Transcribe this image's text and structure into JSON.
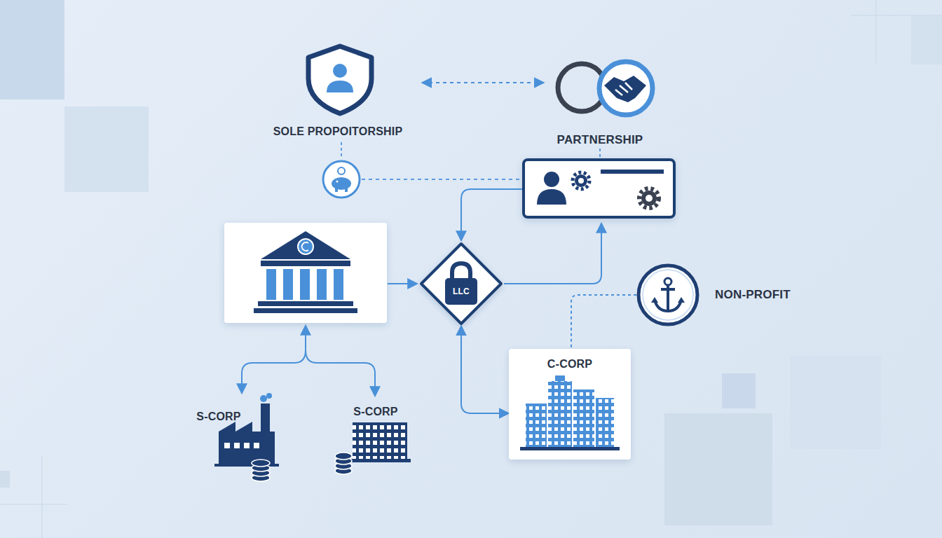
{
  "diagram": {
    "nodes": [
      {
        "text": [
          "SOLE PROPOITORSHIP"
        ]
      },
      {
        "text": [
          "PARTNERSHIP"
        ]
      },
      {
        "text": [
          "LLC"
        ]
      },
      {
        "text": [
          "NON-PROFIT"
        ]
      },
      {
        "text": [
          "C-CORP"
        ]
      },
      {
        "text": [
          "S-CORP"
        ]
      },
      {
        "text": [
          "S-CORP"
        ]
      }
    ],
    "edges": [
      {
        "from": 0,
        "to": 1,
        "arrow": "both"
      },
      {
        "from": 2,
        "to": 4,
        "arrow": "both"
      },
      {
        "from": 3,
        "to": 4,
        "arrow": "none"
      }
    ]
  }
}
